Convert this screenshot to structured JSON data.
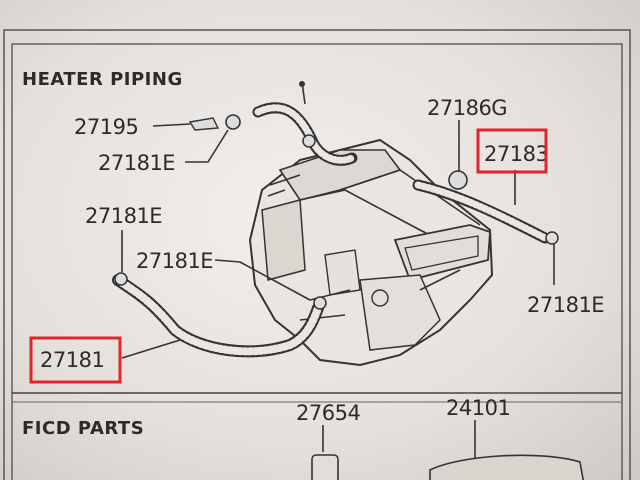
{
  "sections": {
    "heater_piping": "HEATER PIPING",
    "ficd_parts": "FICD PARTS"
  },
  "parts": {
    "p27195": "27195",
    "p27181E_top": "27181E",
    "p27186G": "27186G",
    "p27183": "27183",
    "p27181E_left": "27181E",
    "p27181E_mid": "27181E",
    "p27181E_right": "27181E",
    "p27181": "27181",
    "p27654": "27654",
    "p24101": "24101"
  },
  "highlight_color": "#e0262b"
}
